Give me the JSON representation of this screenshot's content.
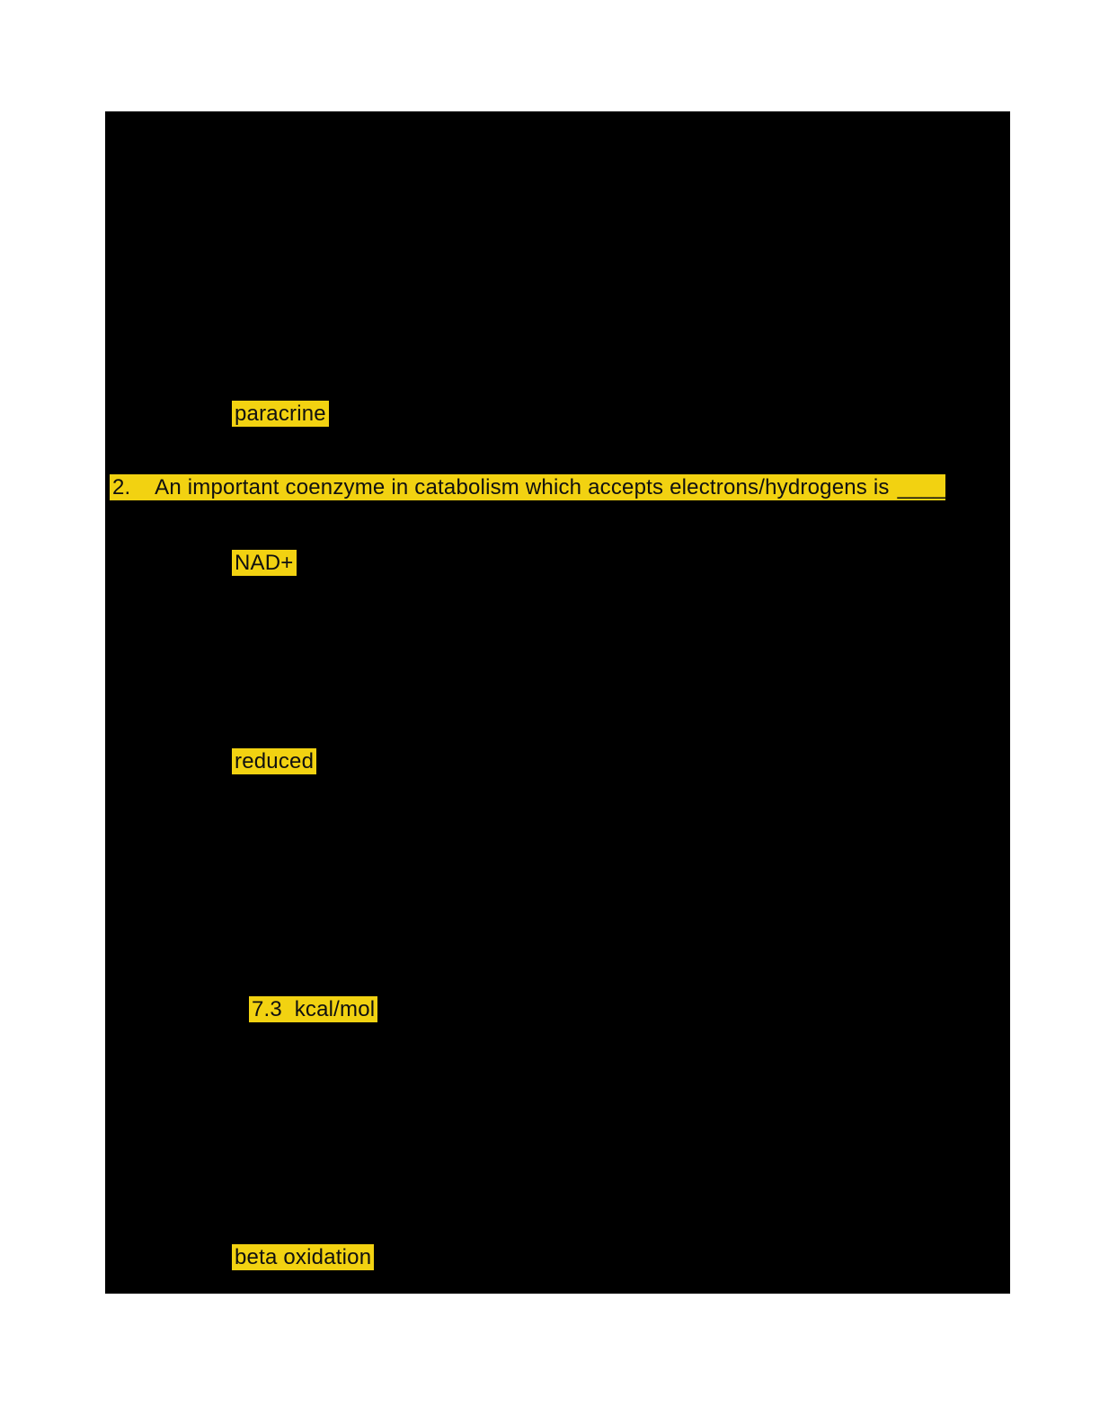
{
  "page": {
    "background_color": "#ffffff",
    "document_color": "#000000",
    "highlight_color": "#f2d211",
    "highlight_text_color": "#101010"
  },
  "question_2": {
    "number": "2.",
    "text": "An important coenzyme in catabolism which accepts electrons/hydrogens is",
    "blank": "____"
  },
  "highlighted_answers": {
    "paracrine": "paracrine",
    "nad": "NAD+",
    "reduced": "reduced",
    "kcal": "7.3  kcal/mol",
    "beta_oxidation": "beta oxidation"
  }
}
